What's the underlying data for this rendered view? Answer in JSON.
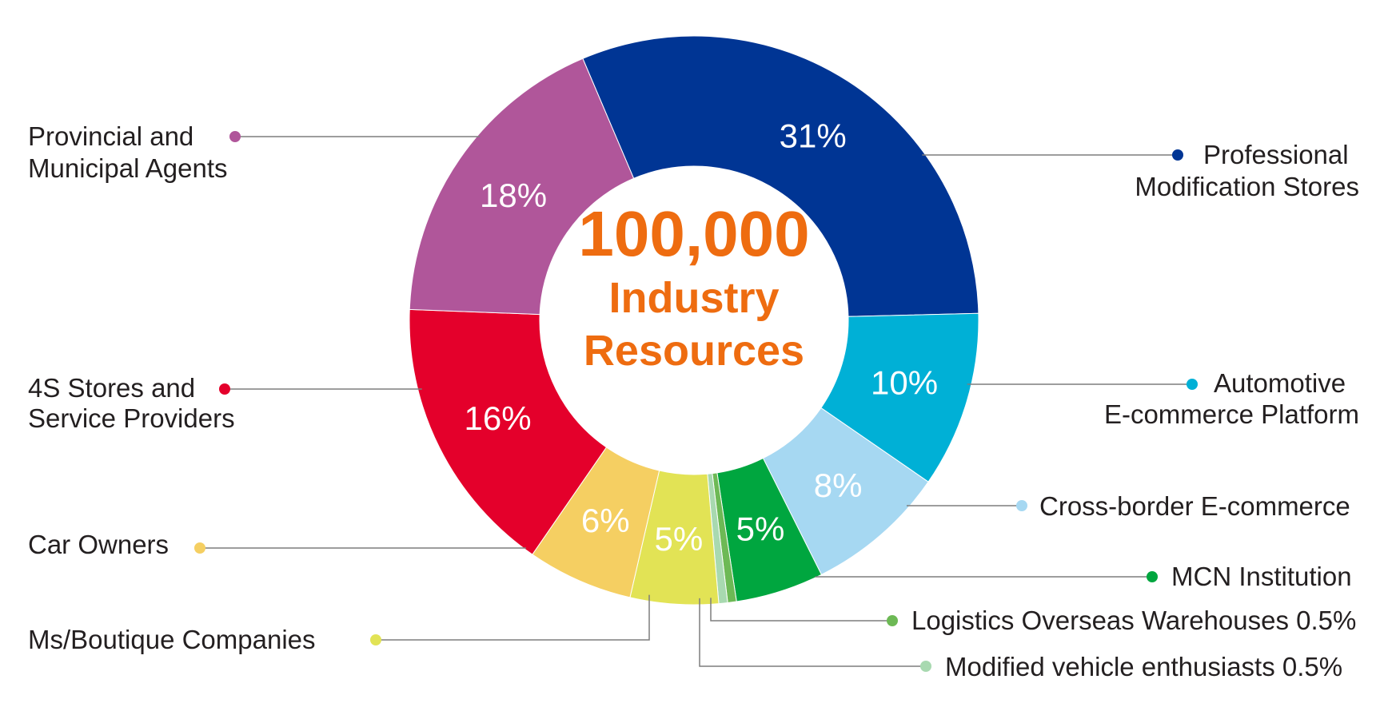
{
  "chart_data": {
    "type": "pie",
    "center_text": {
      "value": "100,000",
      "line1": "Industry",
      "line2": "Resources",
      "color": "#ee6c10"
    },
    "slices": [
      {
        "label": "Professional Modification Stores",
        "label_lines": [
          "Professional",
          "Modification Stores"
        ],
        "value": 31,
        "pct_label": "31%",
        "color": "#003594"
      },
      {
        "label": "Automotive E-commerce Platform",
        "label_lines": [
          "Automotive",
          "E-commerce Platform"
        ],
        "value": 10,
        "pct_label": "10%",
        "color": "#00b0d6"
      },
      {
        "label": "Cross-border E-commerce",
        "label_lines": [
          "Cross-border E-commerce"
        ],
        "value": 8,
        "pct_label": "8%",
        "color": "#a6d8f2"
      },
      {
        "label": "MCN Institution",
        "label_lines": [
          "MCN Institution"
        ],
        "value": 5,
        "pct_label": "5%",
        "color": "#00a63f"
      },
      {
        "label": "Logistics Overseas Warehouses 0.5%",
        "label_lines": [
          "Logistics Overseas Warehouses 0.5%"
        ],
        "value": 0.5,
        "pct_label": "",
        "color": "#6db955"
      },
      {
        "label": "Modified vehicle enthusiasts 0.5%",
        "label_lines": [
          "Modified vehicle enthusiasts 0.5%"
        ],
        "value": 0.5,
        "pct_label": "",
        "color": "#a8d9b0"
      },
      {
        "label": "Ms/Boutique Companies",
        "label_lines": [
          "Ms/Boutique Companies"
        ],
        "value": 5,
        "pct_label": "5%",
        "color": "#e2e355"
      },
      {
        "label": "Car Owners",
        "label_lines": [
          "Car Owners"
        ],
        "value": 6,
        "pct_label": "6%",
        "color": "#f5cf62"
      },
      {
        "label": "4S Stores and Service Providers",
        "label_lines": [
          "4S Stores and",
          "Service Providers"
        ],
        "value": 16,
        "pct_label": "16%",
        "color": "#e4002b"
      },
      {
        "label": "Provincial and Municipal Agents",
        "label_lines": [
          "Provincial and",
          "Municipal Agents"
        ],
        "value": 18,
        "pct_label": "18%",
        "color": "#b0569a"
      }
    ]
  }
}
